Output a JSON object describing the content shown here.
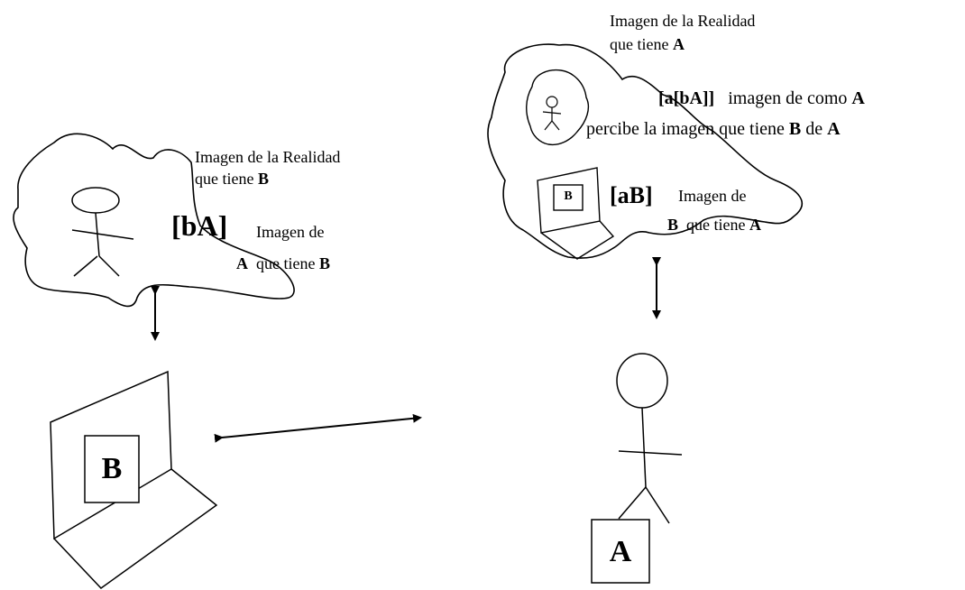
{
  "labels": {
    "b_reality_line1": "Imagen de la Realidad",
    "b_reality_line2_prefix": "que tiene ",
    "b_reality_line2_bold": "B",
    "bA_tag": "[bA]",
    "bA_line1": "Imagen  de",
    "bA_line2_bold_a": "A",
    "bA_line2_middle": "  que tiene ",
    "bA_line2_bold_b": "B",
    "a_reality_line1": "Imagen de la Realidad",
    "a_reality_line2_prefix": "que tiene ",
    "a_reality_line2_bold": "A",
    "abA_tag": "[a[bA]]",
    "abA_line1_text": "   imagen de como ",
    "abA_line1_bold": "A",
    "abA_line2_text": "percibe la imagen que tiene ",
    "abA_line2_bold": "B",
    "abA_line2_end": " de ",
    "abA_line2_bold_end": "A",
    "aB_tag": "[aB]",
    "aB_line1": "Imagen de",
    "aB_line2_bold_b": "B",
    "aB_line2_middle": "  que tiene ",
    "aB_line2_bold_a": "A",
    "computer_letter": "B",
    "small_computer_letter": "B",
    "person_letter": "A"
  }
}
